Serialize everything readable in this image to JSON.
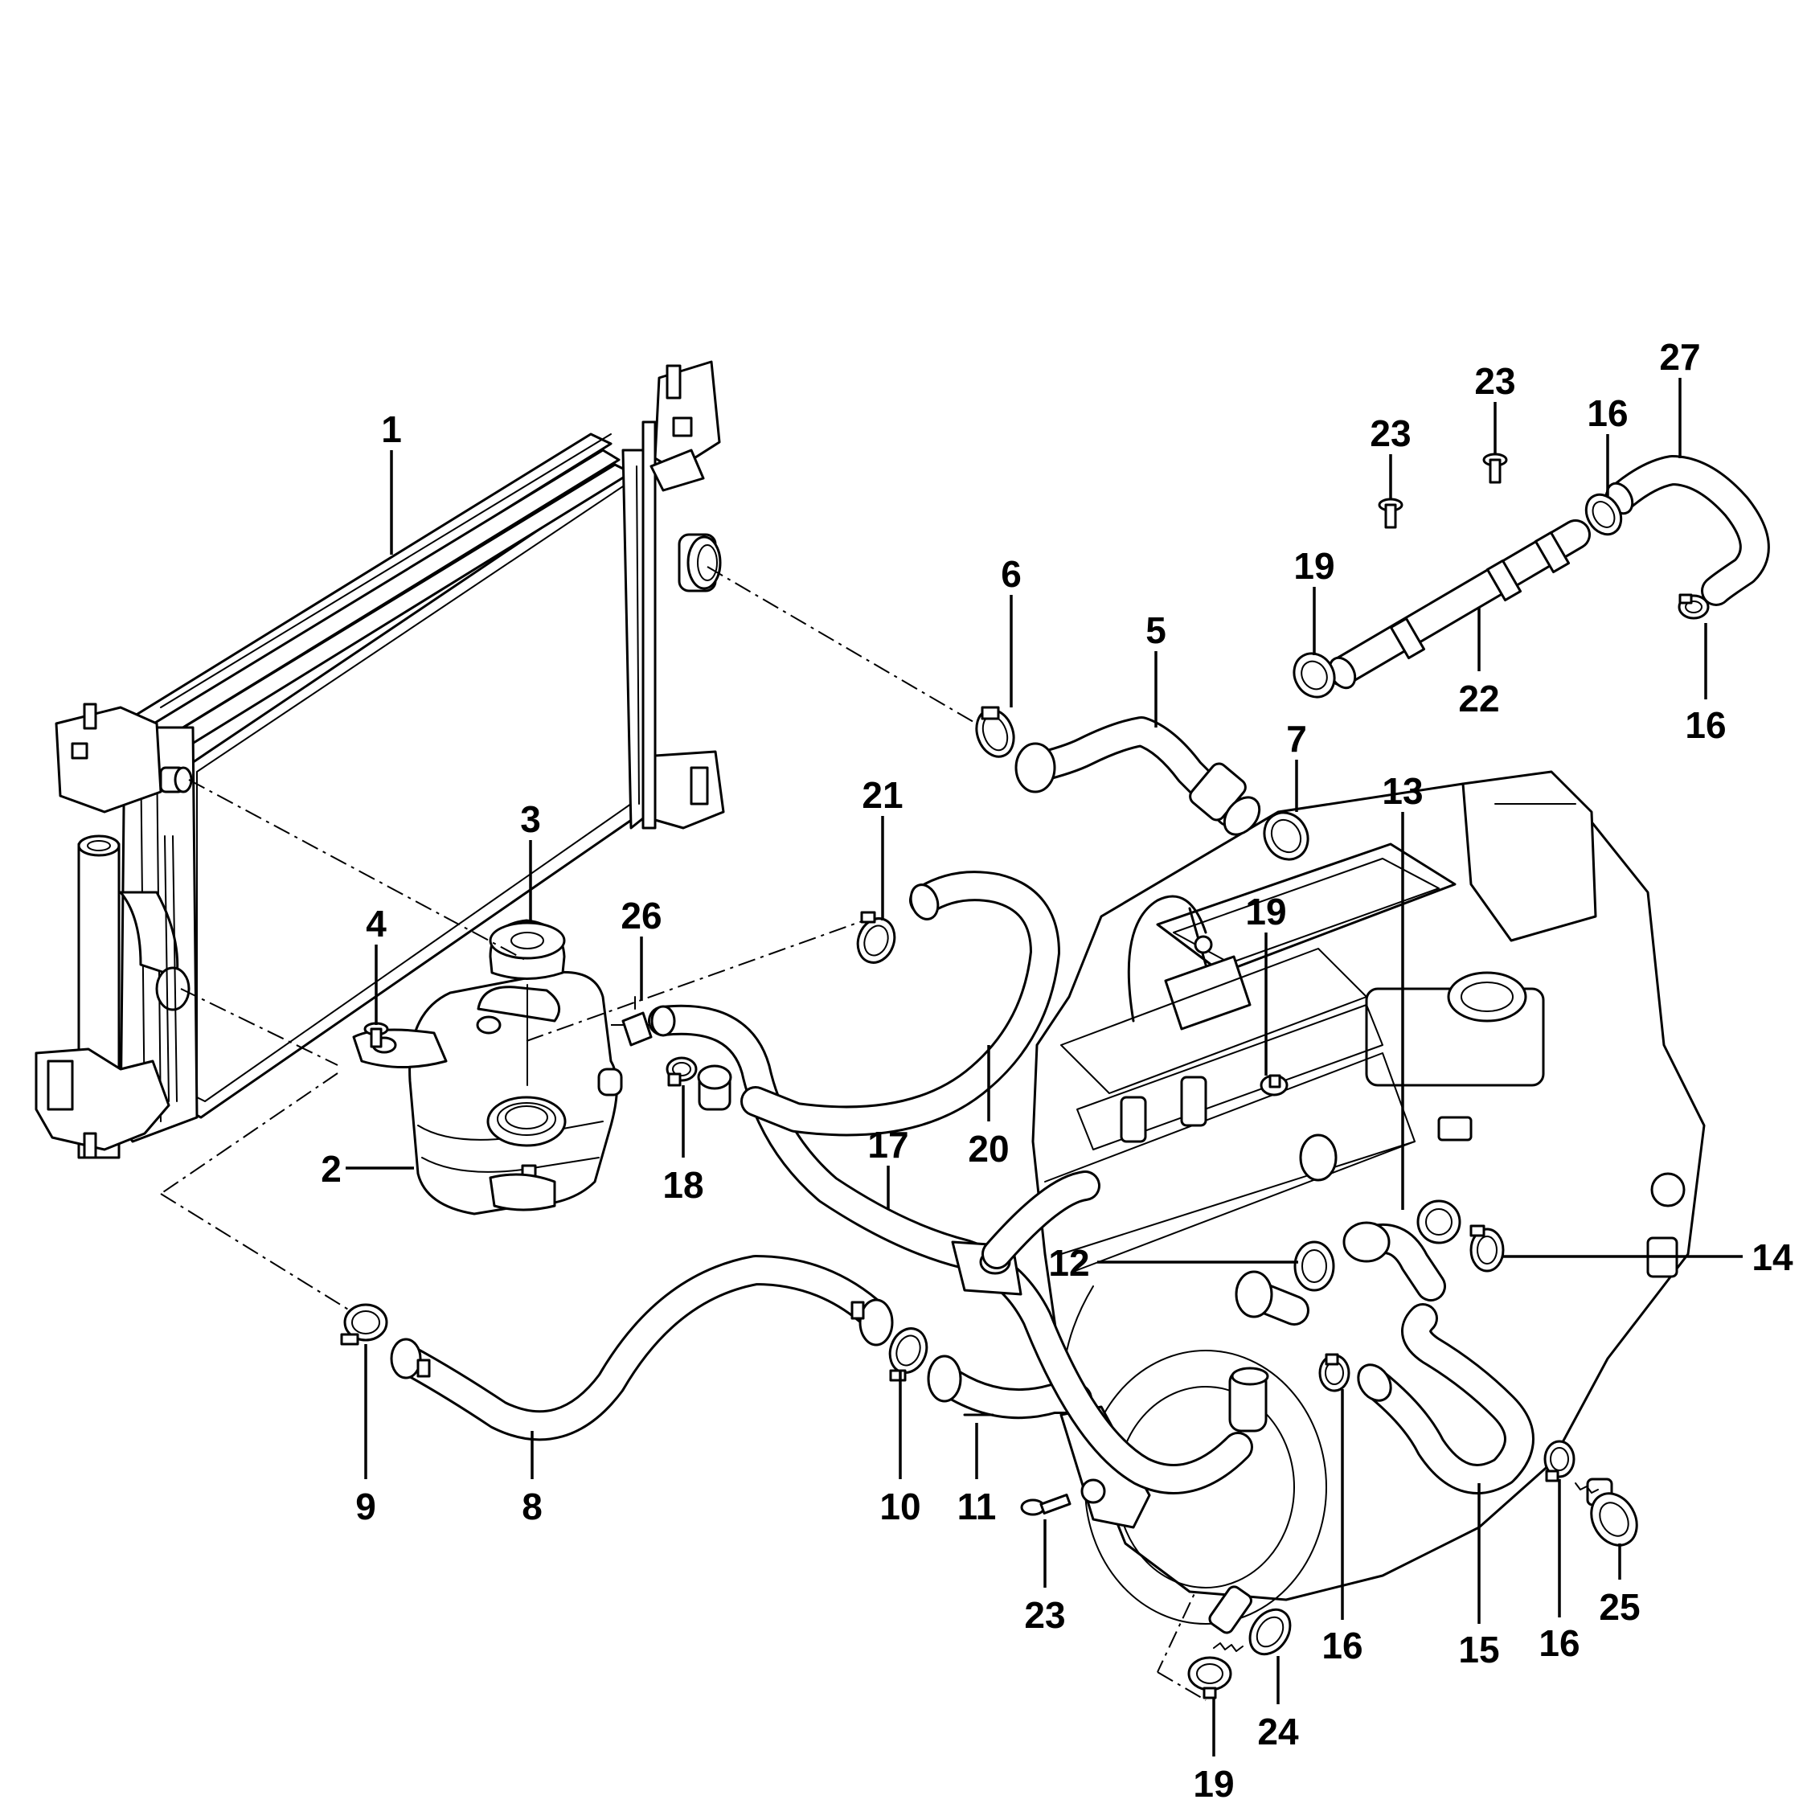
{
  "callouts": [
    {
      "id": "c1",
      "text": "1"
    },
    {
      "id": "c2",
      "text": "2"
    },
    {
      "id": "c3",
      "text": "3"
    },
    {
      "id": "c4",
      "text": "4"
    },
    {
      "id": "c5",
      "text": "5"
    },
    {
      "id": "c6",
      "text": "6"
    },
    {
      "id": "c7",
      "text": "7"
    },
    {
      "id": "c8",
      "text": "8"
    },
    {
      "id": "c9",
      "text": "9"
    },
    {
      "id": "c10",
      "text": "10"
    },
    {
      "id": "c11",
      "text": "11"
    },
    {
      "id": "c12",
      "text": "12"
    },
    {
      "id": "c13",
      "text": "13"
    },
    {
      "id": "c14",
      "text": "14"
    },
    {
      "id": "c15",
      "text": "15"
    },
    {
      "id": "c16a",
      "text": "16"
    },
    {
      "id": "c16b",
      "text": "16"
    },
    {
      "id": "c16c",
      "text": "16"
    },
    {
      "id": "c16d",
      "text": "16"
    },
    {
      "id": "c17",
      "text": "17"
    },
    {
      "id": "c18",
      "text": "18"
    },
    {
      "id": "c19a",
      "text": "19"
    },
    {
      "id": "c19b",
      "text": "19"
    },
    {
      "id": "c19c",
      "text": "19"
    },
    {
      "id": "c20",
      "text": "20"
    },
    {
      "id": "c21",
      "text": "21"
    },
    {
      "id": "c22",
      "text": "22"
    },
    {
      "id": "c23a",
      "text": "23"
    },
    {
      "id": "c23b",
      "text": "23"
    },
    {
      "id": "c23c",
      "text": "23"
    },
    {
      "id": "c24",
      "text": "24"
    },
    {
      "id": "c25",
      "text": "25"
    },
    {
      "id": "c26",
      "text": "26"
    },
    {
      "id": "c27",
      "text": "27"
    }
  ]
}
